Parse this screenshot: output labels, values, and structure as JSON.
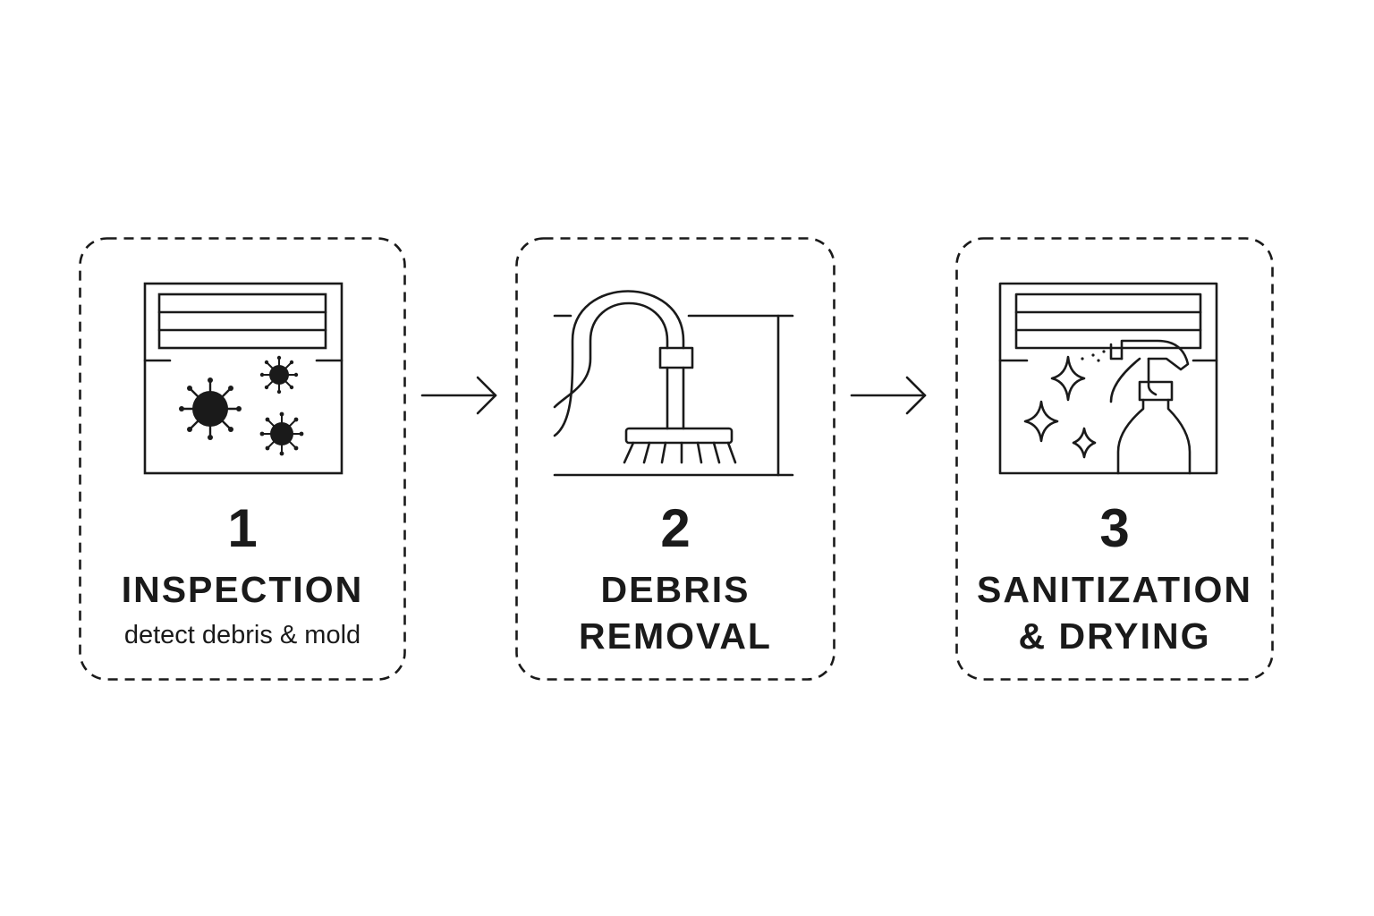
{
  "steps": [
    {
      "number": "1",
      "title_lines": [
        "INSPECTION"
      ],
      "description": "detect debris & mold",
      "icon": "vent-mold-icon"
    },
    {
      "number": "2",
      "title_lines": [
        "DEBRIS",
        "REMOVAL"
      ],
      "icon": "duct-brush-icon"
    },
    {
      "number": "3",
      "title_lines": [
        "SANITIZATION",
        "& DRYING"
      ],
      "icon": "spray-sanitize-icon"
    }
  ],
  "colors": {
    "ink": "#1a1a1a",
    "background": "#ffffff"
  }
}
